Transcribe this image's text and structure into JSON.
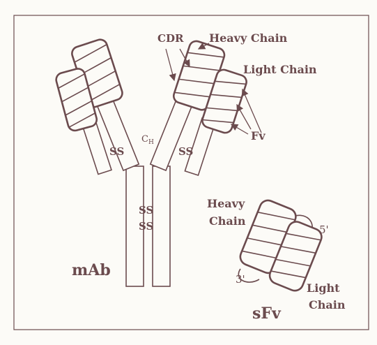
{
  "colors": {
    "ink": "#6b4b4e",
    "paper": "#fcfbf7"
  },
  "labels": {
    "cdr": "CDR",
    "heavy_chain_top": "Heavy Chain",
    "light_chain_top": "Light Chain",
    "ch_main": "C",
    "ch_sub": "H",
    "fv": "Fv",
    "ss_left": "SS",
    "ss_right": "SS",
    "ss_center_1": "SS",
    "ss_center_2": "SS",
    "mab": "mAb",
    "heavy": "Heavy",
    "heavy_chain_word": "Chain",
    "light": "Light",
    "light_chain_word": "Chain",
    "five_prime": "5'",
    "three_prime": "3'",
    "sfv": "sFv"
  }
}
